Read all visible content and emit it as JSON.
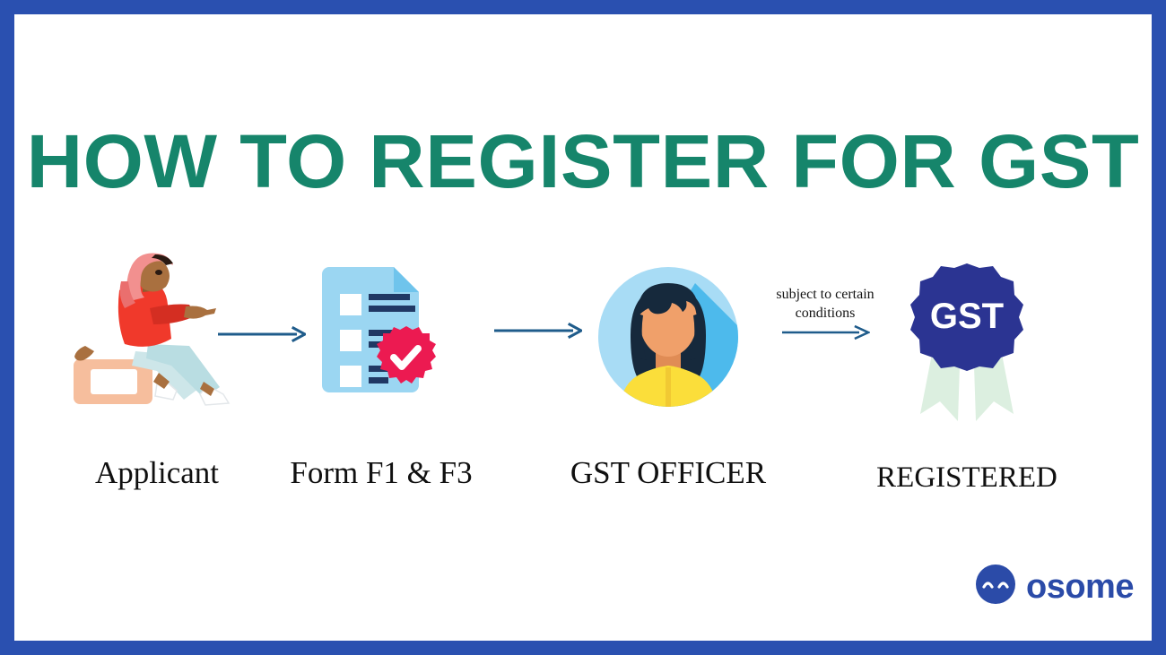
{
  "theme": {
    "frame_color": "#2A50B0",
    "title_color": "#16856B",
    "arrow_color": "#1F5C8B",
    "label_color": "#101010",
    "badge_blue": "#2B3492",
    "badge_ribbon": "#DCEFE0",
    "doc_blue": "#9BD6F2",
    "doc_fold": "#6FC4EC",
    "doc_line": "#203864",
    "check_badge": "#EC1A51",
    "avatar_bg": "#A8DCF5",
    "avatar_shadow": "#4DBAEC",
    "avatar_hair": "#16293C",
    "avatar_skin": "#F0A06A",
    "avatar_shirt": "#FBDE3A",
    "person_scarf": "#F2908F",
    "person_scarf_dark": "#EA6F6E",
    "person_jacket": "#F0392B",
    "person_pants": "#CDE6E9",
    "person_box": "#F6BE9D",
    "person_skin": "#A9703F",
    "logo_blue": "#2B4BA8"
  },
  "header": {
    "title": "HOW TO REGISTER FOR GST"
  },
  "flow": {
    "steps": [
      {
        "id": "applicant",
        "label": "Applicant",
        "icon": "seated-person-illustration"
      },
      {
        "id": "form",
        "label": "Form F1 & F3",
        "icon": "checklist-document-icon"
      },
      {
        "id": "officer",
        "label": "GST OFFICER",
        "icon": "officer-avatar-icon"
      },
      {
        "id": "registered",
        "label": "REGISTERED",
        "icon": "gst-award-badge-icon"
      }
    ],
    "arrows": [
      {
        "id": "arrow-1",
        "name": "arrow-applicant-to-form"
      },
      {
        "id": "arrow-2",
        "name": "arrow-form-to-officer"
      },
      {
        "id": "arrow-3",
        "name": "arrow-officer-to-registered"
      }
    ],
    "note": {
      "line1": "subject to certain",
      "line2": "conditions"
    },
    "badge_text": "GST"
  },
  "footer": {
    "logo_text": "osome",
    "logo_mark": "smiling-face-icon"
  }
}
